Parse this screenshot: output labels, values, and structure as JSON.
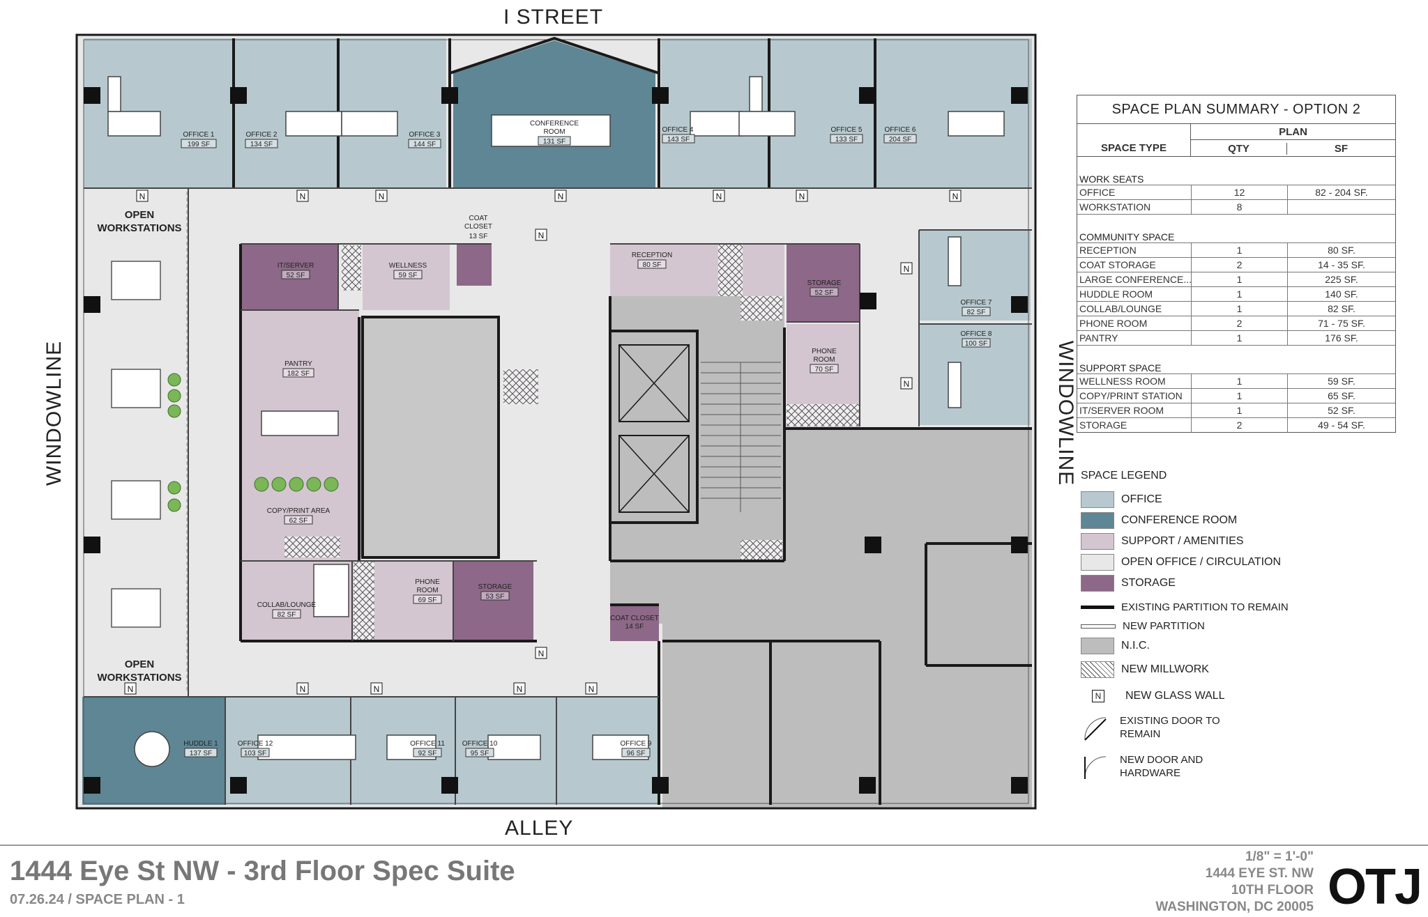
{
  "streets": {
    "top": "I STREET",
    "bottom": "ALLEY",
    "left": "WINDOWLINE",
    "right": "WINDOWLINE"
  },
  "colors": {
    "office": "#b7c9cf",
    "conference": "#5f8694",
    "support": "#d4c6d1",
    "circulation": "#e8e8e8",
    "storage": "#8d6888",
    "nic": "#bdbdbd",
    "wall": "#1a1a1a"
  },
  "rooms": {
    "office1": {
      "name": "OFFICE 1",
      "area": "199 SF"
    },
    "office2": {
      "name": "OFFICE 2",
      "area": "134 SF"
    },
    "office3": {
      "name": "OFFICE 3",
      "area": "144 SF"
    },
    "conference": {
      "name1": "CONFERENCE",
      "name2": "ROOM",
      "area": "131 SF"
    },
    "office4": {
      "name": "OFFICE 4",
      "area": "143 SF"
    },
    "office5": {
      "name": "OFFICE 5",
      "area": "133 SF"
    },
    "office6": {
      "name": "OFFICE 6",
      "area": "204 SF"
    },
    "office7": {
      "name": "OFFICE 7",
      "area": "82 SF"
    },
    "office8": {
      "name": "OFFICE 8",
      "area": "100 SF"
    },
    "office9": {
      "name": "OFFICE 9",
      "area": "96 SF"
    },
    "office10": {
      "name": "OFFICE 10",
      "area": "95 SF"
    },
    "office11": {
      "name": "OFFICE 11",
      "area": "92 SF"
    },
    "office12": {
      "name": "OFFICE 12",
      "area": "103 SF"
    },
    "huddle": {
      "name": "HUDDLE 1",
      "area": "137 SF"
    },
    "itserver": {
      "name": "IT/SERVER",
      "area": "52 SF"
    },
    "wellness": {
      "name": "WELLNESS",
      "area": "59 SF"
    },
    "coat_top": {
      "name1": "COAT",
      "name2": "CLOSET",
      "area": "13 SF"
    },
    "reception": {
      "name": "RECEPTION",
      "area": "80 SF"
    },
    "storage_top": {
      "name": "STORAGE",
      "area": "52 SF"
    },
    "phone_top": {
      "name1": "PHONE",
      "name2": "ROOM",
      "area": "70 SF"
    },
    "pantry": {
      "name": "PANTRY",
      "area": "182 SF"
    },
    "copy": {
      "name": "COPY/PRINT AREA",
      "area": "62 SF"
    },
    "collab": {
      "name": "COLLAB/LOUNGE",
      "area": "82 SF"
    },
    "phone_bot": {
      "name1": "PHONE",
      "name2": "ROOM",
      "area": "69 SF"
    },
    "storage_bot": {
      "name": "STORAGE",
      "area": "53 SF"
    },
    "coat_bot": {
      "name": "COAT CLOSET",
      "area": "14 SF"
    },
    "open_top": {
      "line1": "OPEN",
      "line2": "WORKSTATIONS"
    },
    "open_bot": {
      "line1": "OPEN",
      "line2": "WORKSTATIONS"
    },
    "glass_marker": "N"
  },
  "summary": {
    "title": "SPACE PLAN SUMMARY - OPTION 2",
    "col_type": "SPACE TYPE",
    "col_plan": "PLAN",
    "col_qty": "QTY",
    "col_sf": "SF",
    "sections": [
      {
        "name": "WORK SEATS",
        "rows": [
          {
            "type": "OFFICE",
            "qty": "12",
            "sf": "82 - 204 SF."
          },
          {
            "type": "WORKSTATION",
            "qty": "8",
            "sf": ""
          }
        ]
      },
      {
        "name": "COMMUNITY SPACE",
        "rows": [
          {
            "type": "RECEPTION",
            "qty": "1",
            "sf": "80 SF."
          },
          {
            "type": "COAT STORAGE",
            "qty": "2",
            "sf": "14 - 35 SF."
          },
          {
            "type": "LARGE CONFERENCE...",
            "qty": "1",
            "sf": "225 SF."
          },
          {
            "type": "HUDDLE ROOM",
            "qty": "1",
            "sf": "140 SF."
          },
          {
            "type": "COLLAB/LOUNGE",
            "qty": "1",
            "sf": "82 SF."
          },
          {
            "type": "PHONE ROOM",
            "qty": "2",
            "sf": "71 - 75 SF."
          },
          {
            "type": "PANTRY",
            "qty": "1",
            "sf": "176 SF."
          }
        ]
      },
      {
        "name": "SUPPORT SPACE",
        "rows": [
          {
            "type": "WELLNESS ROOM",
            "qty": "1",
            "sf": "59 SF."
          },
          {
            "type": "COPY/PRINT STATION",
            "qty": "1",
            "sf": "65 SF."
          },
          {
            "type": "IT/SERVER ROOM",
            "qty": "1",
            "sf": "52 SF."
          },
          {
            "type": "STORAGE",
            "qty": "2",
            "sf": "49 - 54 SF."
          }
        ]
      }
    ]
  },
  "legend": {
    "title": "SPACE LEGEND",
    "office": "OFFICE",
    "conference": "CONFERENCE ROOM",
    "support": "SUPPORT / AMENITIES",
    "circulation": "OPEN OFFICE / CIRCULATION",
    "storage": "STORAGE",
    "existing_partition": "EXISTING PARTITION TO REMAIN",
    "new_partition": "NEW PARTITION",
    "nic": "N.I.C.",
    "millwork": "NEW MILLWORK",
    "glass": "NEW GLASS WALL",
    "existing_door_1": "EXISTING DOOR TO",
    "existing_door_2": "REMAIN",
    "new_door_1": "NEW DOOR AND",
    "new_door_2": "HARDWARE"
  },
  "footer": {
    "title": "1444 Eye St NW - 3rd Floor Spec Suite",
    "date": "07.26.24 / SPACE PLAN - 1",
    "scale": "1/8\" = 1'-0\"",
    "addr1": "1444 EYE ST. NW",
    "addr2": "10TH FLOOR",
    "addr3": "WASHINGTON, DC 20005",
    "logo": "OTJ"
  }
}
